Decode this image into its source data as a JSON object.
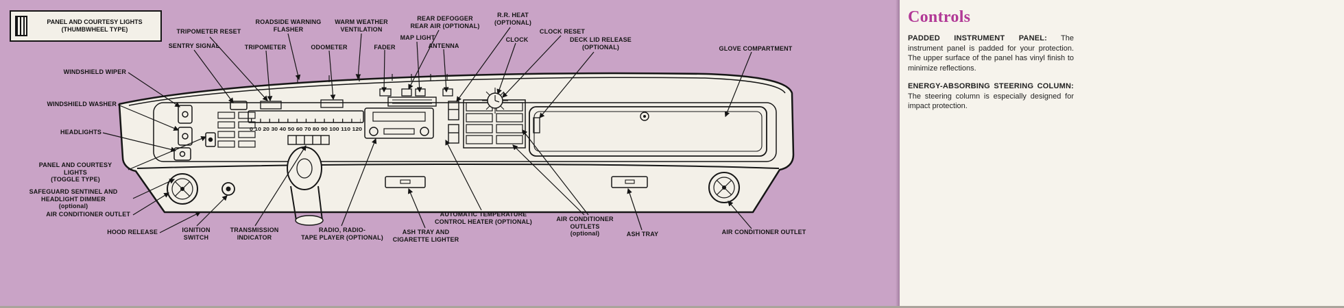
{
  "colors": {
    "background_purple": "#c9a3c6",
    "paper_white": "#f6f3ec",
    "line_black": "#1a1a1a",
    "dash_fill": "#f3f0e8",
    "heading_magenta": "#b13896"
  },
  "legend": {
    "text": "PANEL AND COURTESY LIGHTS\n(THUMBWHEEL TYPE)"
  },
  "speedometer_scale": "0 10 20 30 40 50 60 70 80 90 100 110 120",
  "labels": {
    "tripometer_reset": "TRIPOMETER RESET",
    "sentry_signal": "SENTRY SIGNAL",
    "roadside_warning_flasher": "ROADSIDE WARNING\nFLASHER",
    "tripometer": "TRIPOMETER",
    "odometer": "ODOMETER",
    "warm_weather_ventilation": "WARM WEATHER\nVENTILATION",
    "fader": "FADER",
    "map_light": "MAP LIGHT",
    "antenna": "ANTENNA",
    "rear_defogger": "REAR DEFOGGER\nREAR AIR (OPTIONAL)",
    "rr_heat": "R.R. HEAT\n(OPTIONAL)",
    "clock": "CLOCK",
    "clock_reset": "CLOCK RESET",
    "deck_lid_release": "DECK LID RELEASE\n(OPTIONAL)",
    "glove_compartment": "GLOVE COMPARTMENT",
    "windshield_wiper": "WINDSHIELD WIPER",
    "windshield_washer": "WINDSHIELD WASHER",
    "headlights": "HEADLIGHTS",
    "panel_courtesy_toggle": "PANEL AND COURTESY\nLIGHTS\n(TOGGLE TYPE)",
    "safeguard_sentinel": "SAFEGUARD SENTINEL AND\nHEADLIGHT DIMMER\n(optional)",
    "air_conditioner_outlet_left": "AIR CONDITIONER OUTLET",
    "hood_release": "HOOD RELEASE",
    "ignition_switch": "IGNITION\nSWITCH",
    "transmission_indicator": "TRANSMISSION\nINDICATOR",
    "radio_tape_player": "RADIO, RADIO-\nTAPE PLAYER (OPTIONAL)",
    "ash_tray_cigarette_lighter": "ASH TRAY AND\nCIGARETTE LIGHTER",
    "automatic_temperature": "AUTOMATIC TEMPERATURE\nCONTROL HEATER (OPTIONAL)",
    "ac_outlets_optional": "AIR CONDITIONER\nOUTLETS\n(optional)",
    "ash_tray": "ASH TRAY",
    "air_conditioner_outlet_right": "AIR CONDITIONER OUTLET"
  },
  "sidebar": {
    "title": "Controls",
    "sections": [
      {
        "heading": "PADDED INSTRUMENT PANEL:",
        "body": "The instrument panel is padded for your protection. The upper surface of the panel has vinyl finish to minimize reflections."
      },
      {
        "heading": "ENERGY-ABSORBING STEERING COLUMN:",
        "body": "The steering column is especially designed for impact protection."
      }
    ]
  }
}
